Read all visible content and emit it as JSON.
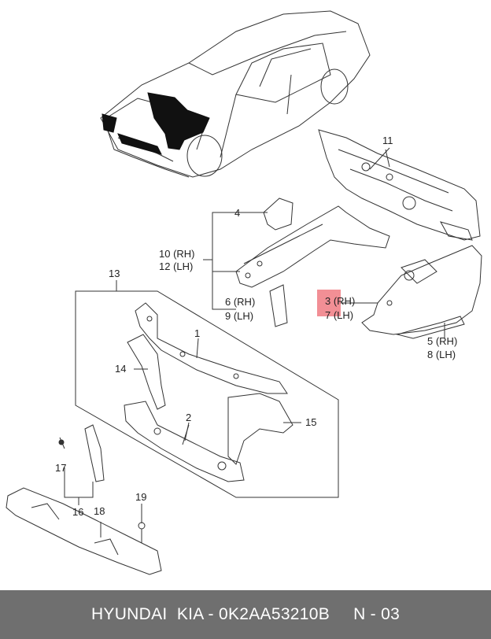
{
  "callouts": {
    "c1": "1",
    "c2": "2",
    "c3": "3 (RH)",
    "c4": "4",
    "c5": "5 (RH)",
    "c6": "6 (RH)",
    "c7": "7 (LH)",
    "c8": "8 (LH)",
    "c9": "9 (LH)",
    "c10": "10 (RH)",
    "c11": "11",
    "c12": "12 (LH)",
    "c13": "13",
    "c14": "14",
    "c15": "15",
    "c16": "16",
    "c17": "17",
    "c18": "18",
    "c19": "19"
  },
  "footer": {
    "part_text": "HYUNDAI  KIA - 0K2AA53210B",
    "page_text": "N - 03"
  },
  "colors": {
    "highlight": "#f07b82",
    "footer_bg": "#6f6f6f",
    "line": "#333333"
  }
}
